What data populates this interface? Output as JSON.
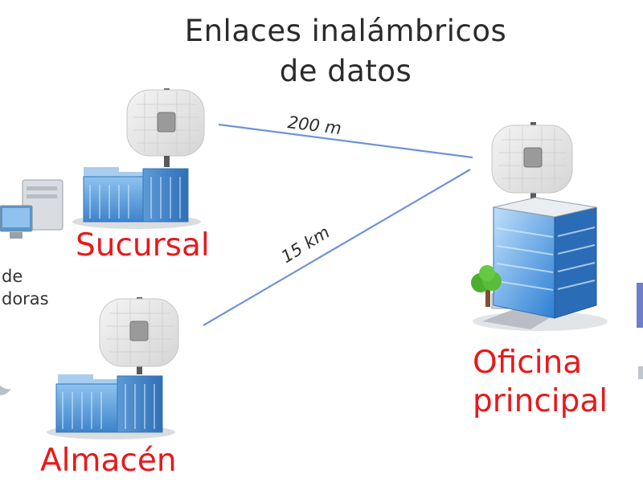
{
  "title_line1": "Enlaces inalámbricos",
  "title_line2": "de datos",
  "nodes": {
    "sucursal": {
      "label": "Sucursal"
    },
    "almacen": {
      "label": "Almacén"
    },
    "oficina": {
      "label_line1": "Oficina",
      "label_line2": "principal"
    }
  },
  "links": {
    "sucursal_oficina": {
      "distance": "200 m"
    },
    "almacen_oficina": {
      "distance": "15 km"
    }
  },
  "partial_labels": {
    "line1": "de",
    "line2": "doras"
  },
  "colors": {
    "label_red": "#e8191a",
    "link_blue": "#6f93d8",
    "building_blue": "#4a8fd2",
    "tree_green": "#4cae2f"
  }
}
